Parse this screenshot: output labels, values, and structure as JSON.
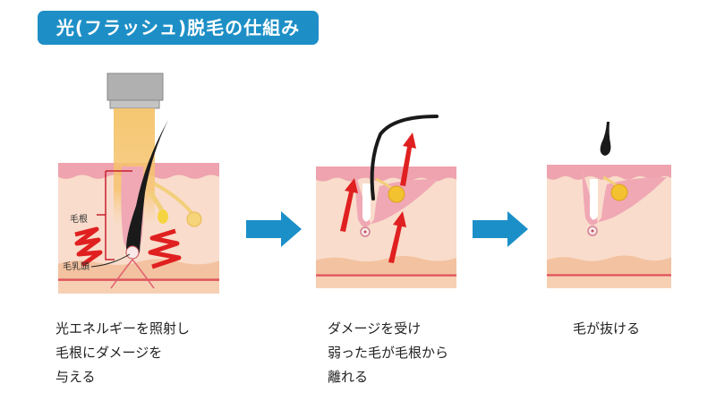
{
  "title": "光(フラッシュ)脱毛の仕組み",
  "colors": {
    "accent": "#1e8fc6",
    "skin": "#f9dccb",
    "epidermis": "#eea3ae",
    "arrow_red": "#e02020"
  },
  "steps": [
    {
      "labels": {
        "hair_root": "毛根",
        "dermal_papilla": "毛乳頭"
      },
      "caption": [
        "光エネルギーを照射し",
        "毛根にダメージを",
        "与える"
      ]
    },
    {
      "caption": [
        "ダメージを受け",
        "弱った毛が毛根から",
        "離れる"
      ]
    },
    {
      "caption": [
        "毛が抜ける"
      ]
    }
  ]
}
